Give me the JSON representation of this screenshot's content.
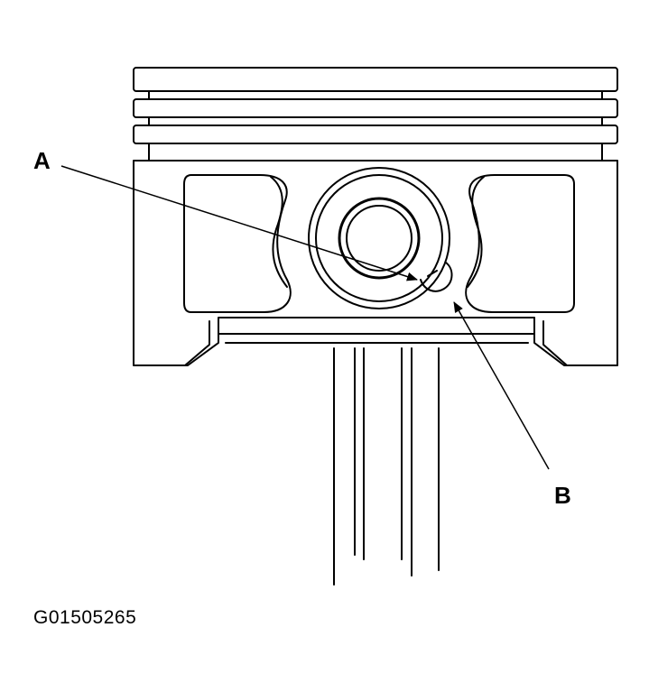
{
  "callouts": {
    "a": "A",
    "b": "B"
  },
  "figure_id": "G01505265",
  "colors": {
    "ink": "#000000",
    "paper": "#ffffff"
  }
}
